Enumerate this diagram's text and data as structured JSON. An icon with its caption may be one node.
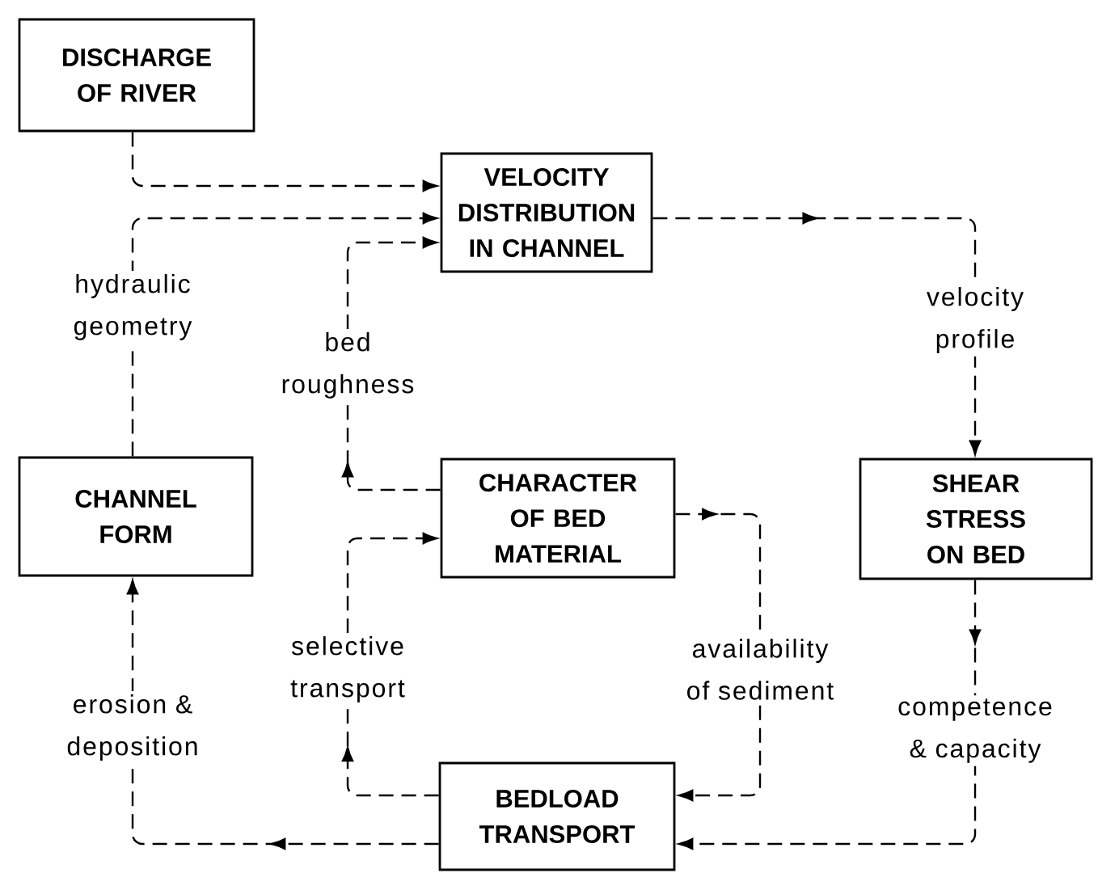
{
  "diagram": {
    "nodes": [
      {
        "text": [
          "DISCHARGE OF RIVER"
        ]
      },
      {
        "text": [
          "VELOCITY DISTRIBUTION IN CHANNEL"
        ]
      },
      {
        "text": [
          "SHEAR STRESS ON BED"
        ]
      },
      {
        "text": [
          "CHANNEL FORM"
        ]
      },
      {
        "text": [
          "CHARACTER OF BED MATERIAL"
        ]
      },
      {
        "text": [
          "BEDLOAD TRANSPORT"
        ]
      }
    ],
    "edges": [
      {
        "from": 0,
        "to": 1,
        "arrow": "to"
      },
      {
        "from": 3,
        "to": 1,
        "arrow": "to",
        "label": "hydraulic geometry"
      },
      {
        "from": 4,
        "to": 1,
        "arrow": "to",
        "label": "bed roughness"
      },
      {
        "from": 1,
        "to": 2,
        "arrow": "to",
        "label": "velocity profile"
      },
      {
        "from": 2,
        "to": 5,
        "arrow": "to",
        "label": "competence & capacity"
      },
      {
        "from": 5,
        "to": 3,
        "arrow": "to",
        "label": "erosion & deposition"
      },
      {
        "from": 5,
        "to": 4,
        "arrow": "to",
        "label": "selective transport"
      },
      {
        "from": 4,
        "to": 5,
        "arrow": "to",
        "label": "availability of sediment"
      }
    ]
  }
}
